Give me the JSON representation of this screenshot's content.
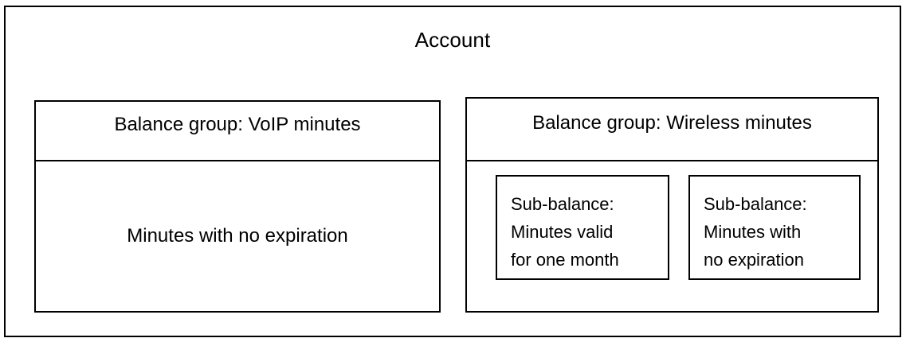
{
  "diagram": {
    "type": "nested-containment-box-diagram",
    "title": "Account",
    "background_color": "#ffffff",
    "stroke_color": "#000000",
    "text_color": "#000000",
    "outer_box": {
      "label": "Account"
    },
    "balance_groups": [
      {
        "id": "voip",
        "header": "Balance group: VoIP minutes",
        "body_text": "Minutes with no expiration",
        "sub_balances": []
      },
      {
        "id": "wireless",
        "header": "Balance group: Wireless minutes",
        "body_text": "",
        "sub_balances": [
          {
            "id": "valid-one-month",
            "label": "Sub-balance:\nMinutes valid\nfor one month"
          },
          {
            "id": "no-expiration",
            "label": "Sub-balance:\nMinutes with\nno expiration"
          }
        ]
      }
    ]
  }
}
